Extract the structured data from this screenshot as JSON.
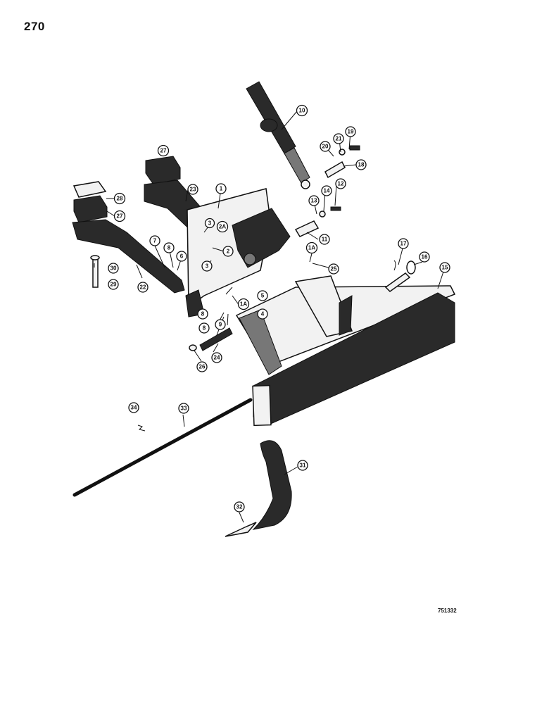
{
  "page_number": "270",
  "drawing_id": "751332",
  "callouts": [
    {
      "id": "10",
      "label": "10"
    },
    {
      "id": "19",
      "label": "19"
    },
    {
      "id": "21",
      "label": "21"
    },
    {
      "id": "20",
      "label": "20"
    },
    {
      "id": "18",
      "label": "18"
    },
    {
      "id": "27a",
      "label": "27"
    },
    {
      "id": "1",
      "label": "1"
    },
    {
      "id": "23",
      "label": "23"
    },
    {
      "id": "28",
      "label": "28"
    },
    {
      "id": "27b",
      "label": "27"
    },
    {
      "id": "13",
      "label": "13"
    },
    {
      "id": "14",
      "label": "14"
    },
    {
      "id": "12",
      "label": "12"
    },
    {
      "id": "3a",
      "label": "3"
    },
    {
      "id": "2A",
      "label": "2A"
    },
    {
      "id": "11",
      "label": "11"
    },
    {
      "id": "7",
      "label": "7"
    },
    {
      "id": "8a",
      "label": "8"
    },
    {
      "id": "6",
      "label": "6"
    },
    {
      "id": "2",
      "label": "2"
    },
    {
      "id": "1A",
      "label": "1A"
    },
    {
      "id": "17",
      "label": "17"
    },
    {
      "id": "16",
      "label": "16"
    },
    {
      "id": "15",
      "label": "15"
    },
    {
      "id": "30",
      "label": "30"
    },
    {
      "id": "3b",
      "label": "3"
    },
    {
      "id": "25",
      "label": "25"
    },
    {
      "id": "29",
      "label": "29"
    },
    {
      "id": "22",
      "label": "22"
    },
    {
      "id": "5",
      "label": "5"
    },
    {
      "id": "1Ab",
      "label": "1A"
    },
    {
      "id": "4",
      "label": "4"
    },
    {
      "id": "8b",
      "label": "8"
    },
    {
      "id": "8c",
      "label": "8"
    },
    {
      "id": "9",
      "label": "9"
    },
    {
      "id": "26",
      "label": "26"
    },
    {
      "id": "24",
      "label": "24"
    },
    {
      "id": "34",
      "label": "34"
    },
    {
      "id": "33",
      "label": "33"
    },
    {
      "id": "31",
      "label": "31"
    },
    {
      "id": "32",
      "label": "32"
    }
  ]
}
